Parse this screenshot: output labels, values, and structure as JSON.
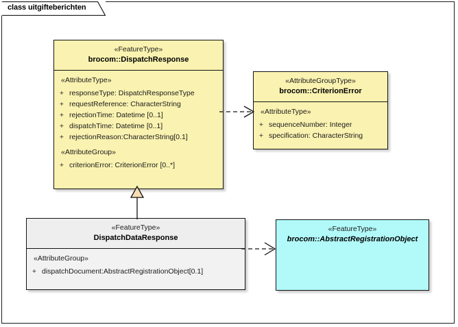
{
  "diagram": {
    "title": "class uitgifteberichten",
    "colors": {
      "class_yellow": "#FAF2B0",
      "class_grey_header": "#EEEEEE",
      "class_grey_body": "#F2F2F2",
      "class_cyan": "#B2FAFA",
      "border": "#121212",
      "generalization_fill": "#F7DCB4"
    },
    "classes": [
      {
        "id": "dispatch-response",
        "stereotype": "«FeatureType»",
        "name": "brocom::DispatchResponse",
        "abstract": false,
        "fill": "#FAF2B0",
        "compartments": [
          {
            "group": "«AttributeType»",
            "attributes": [
              {
                "visibility": "+",
                "text": "responseType: DispatchResponseType"
              },
              {
                "visibility": "+",
                "text": "requestReference: CharacterString"
              },
              {
                "visibility": "+",
                "text": "rejectionTime: Datetime [0..1]"
              },
              {
                "visibility": "+",
                "text": "dispatchTime: Datetime [0..1]"
              },
              {
                "visibility": "+",
                "text": "rejectionReason:CharacterString[0.1]"
              }
            ]
          },
          {
            "group": "«AttributeGroup»",
            "attributes": [
              {
                "visibility": "+",
                "text": "criterionError: CriterionError [0..*]"
              }
            ]
          }
        ]
      },
      {
        "id": "criterion-error",
        "stereotype": "«AttributeGroupType»",
        "name": "brocom::CriterionError",
        "abstract": false,
        "fill": "#FAF2B0",
        "compartments": [
          {
            "group": "«AttributeType»",
            "attributes": [
              {
                "visibility": "+",
                "text": "sequenceNumber: Integer"
              },
              {
                "visibility": "+",
                "text": "specification: CharacterString"
              }
            ]
          }
        ]
      },
      {
        "id": "dispatch-data-response",
        "stereotype": "«FeatureType»",
        "name": "DispatchDataResponse",
        "abstract": false,
        "fill": "#F2F2F2",
        "compartments": [
          {
            "group": "«AttributeGroup»",
            "attributes": [
              {
                "visibility": "+",
                "text": "dispatchDocument:AbstractRegistrationObject[0.1]"
              }
            ]
          }
        ]
      },
      {
        "id": "abstract-registration-object",
        "stereotype": "«FeatureType»",
        "name": "brocom::AbstractRegistrationObject",
        "abstract": true,
        "fill": "#B2FAFA",
        "compartments": []
      }
    ],
    "connectors": [
      {
        "id": "dependency-criterion",
        "type": "dependency",
        "style": "dashed-open-arrow",
        "from": "dispatch-response",
        "to": "criterion-error"
      },
      {
        "id": "generalization",
        "type": "generalization",
        "style": "solid-hollow-triangle",
        "from": "dispatch-data-response",
        "to": "dispatch-response"
      },
      {
        "id": "dependency-abstract",
        "type": "dependency",
        "style": "dashed-open-arrow",
        "from": "dispatch-data-response",
        "to": "abstract-registration-object"
      }
    ]
  }
}
